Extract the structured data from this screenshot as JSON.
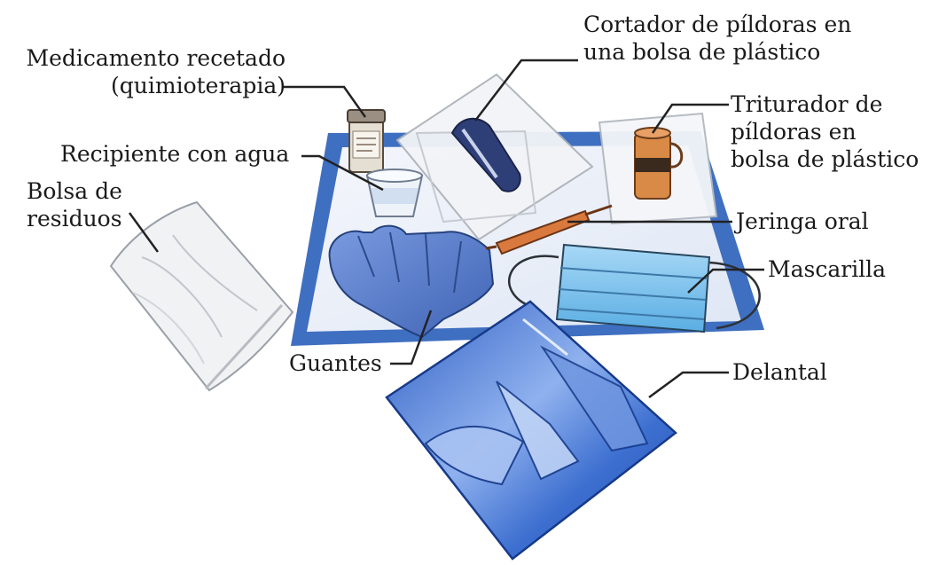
{
  "labels": {
    "medication": [
      "Medicamento recetado",
      "(quimioterapia)"
    ],
    "pill_cutter": [
      "Cortador de píldoras en",
      "una bolsa de plástico"
    ],
    "water_container": [
      "Recipiente con agua"
    ],
    "crusher": [
      "Triturador de",
      "píldoras en",
      "bolsa de plástico"
    ],
    "waste_bag": [
      "Bolsa de",
      "residuos"
    ],
    "syringe": [
      "Jeringa oral"
    ],
    "mask": [
      "Mascarilla"
    ],
    "gloves": [
      "Guantes"
    ],
    "apron": [
      "Delantal"
    ]
  },
  "colors": {
    "pad_blue": "#3f6fc0",
    "pad_inner": "#e9eef7",
    "glove_blue": "#5b7fc9",
    "apron_blue": "#3d6fd0",
    "mask_blue": "#7cc0ea",
    "syringe_orange": "#d9793e",
    "leader_line": "#222222"
  }
}
